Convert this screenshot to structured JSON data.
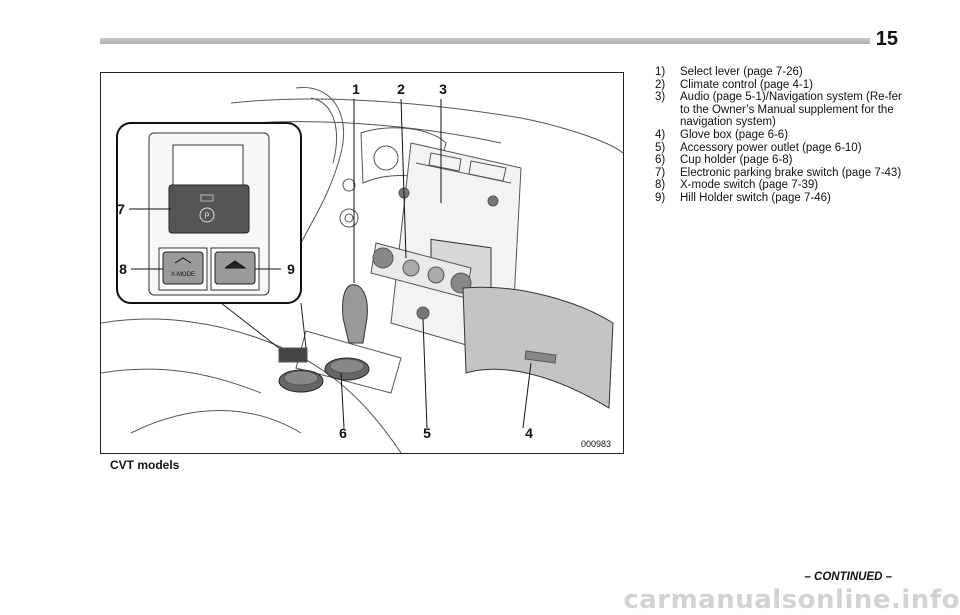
{
  "page": {
    "number": "15",
    "continued": "– CONTINUED –"
  },
  "figure": {
    "code": "000983",
    "caption": "CVT models",
    "callouts": [
      "1",
      "2",
      "3",
      "4",
      "5",
      "6",
      "7",
      "8",
      "9"
    ],
    "xmode_label": "X-MODE",
    "parking_symbol": "P"
  },
  "legend": [
    {
      "num": "1)",
      "text": "Select lever (page 7-26)"
    },
    {
      "num": "2)",
      "text": "Climate control (page 4-1)"
    },
    {
      "num": "3)",
      "text": "Audio (page 5-1)/Navigation system (Re-fer to the Owner’s Manual supplement for the navigation system)"
    },
    {
      "num": "4)",
      "text": "Glove box (page 6-6)"
    },
    {
      "num": "5)",
      "text": "Accessory power outlet (page 6-10)"
    },
    {
      "num": "6)",
      "text": "Cup holder (page 6-8)"
    },
    {
      "num": "7)",
      "text": "Electronic parking brake switch (page 7-43)"
    },
    {
      "num": "8)",
      "text": "X-mode switch (page 7-39)"
    },
    {
      "num": "9)",
      "text": "Hill Holder switch (page 7-46)"
    }
  ],
  "watermark": "carmanualsonline.info"
}
